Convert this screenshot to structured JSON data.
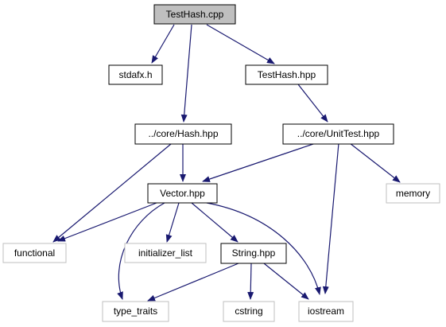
{
  "nodes": {
    "testhash_cpp": "TestHash.cpp",
    "stdafx_h": "stdafx.h",
    "testhash_hpp": "TestHash.hpp",
    "core_hash_hpp": "../core/Hash.hpp",
    "core_unittest_hpp": "../core/UnitTest.hpp",
    "vector_hpp": "Vector.hpp",
    "memory": "memory",
    "functional": "functional",
    "initializer_list": "initializer_list",
    "string_hpp": "String.hpp",
    "type_traits": "type_traits",
    "cstring": "cstring",
    "iostream": "iostream"
  },
  "colors": {
    "edge": "#191970",
    "focus_fill": "#bfbfbf",
    "documented_border": "#000000",
    "external_border": "#bfbfbf",
    "text": "#000000"
  }
}
